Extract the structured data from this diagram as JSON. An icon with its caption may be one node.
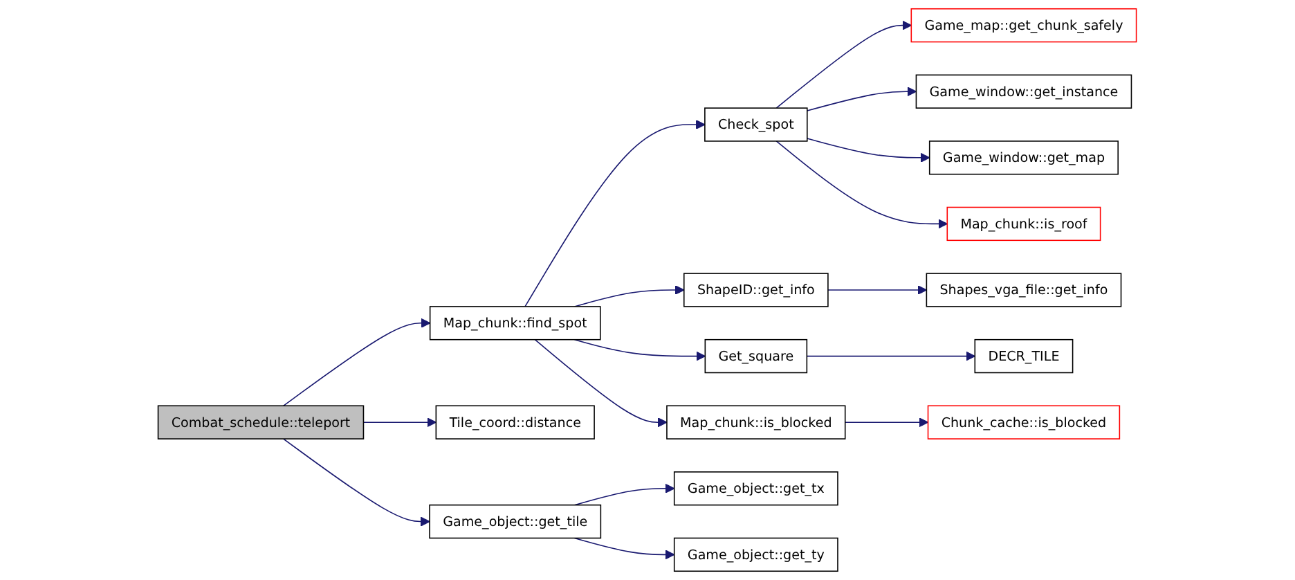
{
  "diagram": {
    "nodes": [
      {
        "text": [
          "Combat_schedule::teleport"
        ]
      },
      {
        "text": [
          "Tile_coord::distance"
        ]
      },
      {
        "text": [
          "Map_chunk::find_spot"
        ]
      },
      {
        "text": [
          "Game_object::get_tile"
        ]
      },
      {
        "text": [
          "Check_spot"
        ]
      },
      {
        "text": [
          "ShapeID::get_info"
        ]
      },
      {
        "text": [
          "Get_square"
        ]
      },
      {
        "text": [
          "Map_chunk::is_blocked"
        ]
      },
      {
        "text": [
          "Game_object::get_tx"
        ]
      },
      {
        "text": [
          "Game_object::get_ty"
        ]
      },
      {
        "text": [
          "Game_map::get_chunk_safely"
        ]
      },
      {
        "text": [
          "Game_window::get_instance"
        ]
      },
      {
        "text": [
          "Game_window::get_map"
        ]
      },
      {
        "text": [
          "Map_chunk::is_roof"
        ]
      },
      {
        "text": [
          "Shapes_vga_file::get_info"
        ]
      },
      {
        "text": [
          "DECR_TILE"
        ]
      },
      {
        "text": [
          "Chunk_cache::is_blocked"
        ]
      }
    ],
    "edges": [
      {
        "from": 0,
        "to": 1,
        "arrow": "to"
      },
      {
        "from": 0,
        "to": 2,
        "arrow": "to"
      },
      {
        "from": 0,
        "to": 3,
        "arrow": "to"
      },
      {
        "from": 2,
        "to": 4,
        "arrow": "to"
      },
      {
        "from": 2,
        "to": 5,
        "arrow": "to"
      },
      {
        "from": 2,
        "to": 6,
        "arrow": "to"
      },
      {
        "from": 2,
        "to": 7,
        "arrow": "to"
      },
      {
        "from": 3,
        "to": 8,
        "arrow": "to"
      },
      {
        "from": 3,
        "to": 9,
        "arrow": "to"
      },
      {
        "from": 4,
        "to": 10,
        "arrow": "to"
      },
      {
        "from": 4,
        "to": 11,
        "arrow": "to"
      },
      {
        "from": 4,
        "to": 12,
        "arrow": "to"
      },
      {
        "from": 4,
        "to": 13,
        "arrow": "to"
      },
      {
        "from": 5,
        "to": 14,
        "arrow": "to"
      },
      {
        "from": 6,
        "to": 15,
        "arrow": "to"
      },
      {
        "from": 7,
        "to": 16,
        "arrow": "to"
      }
    ]
  }
}
